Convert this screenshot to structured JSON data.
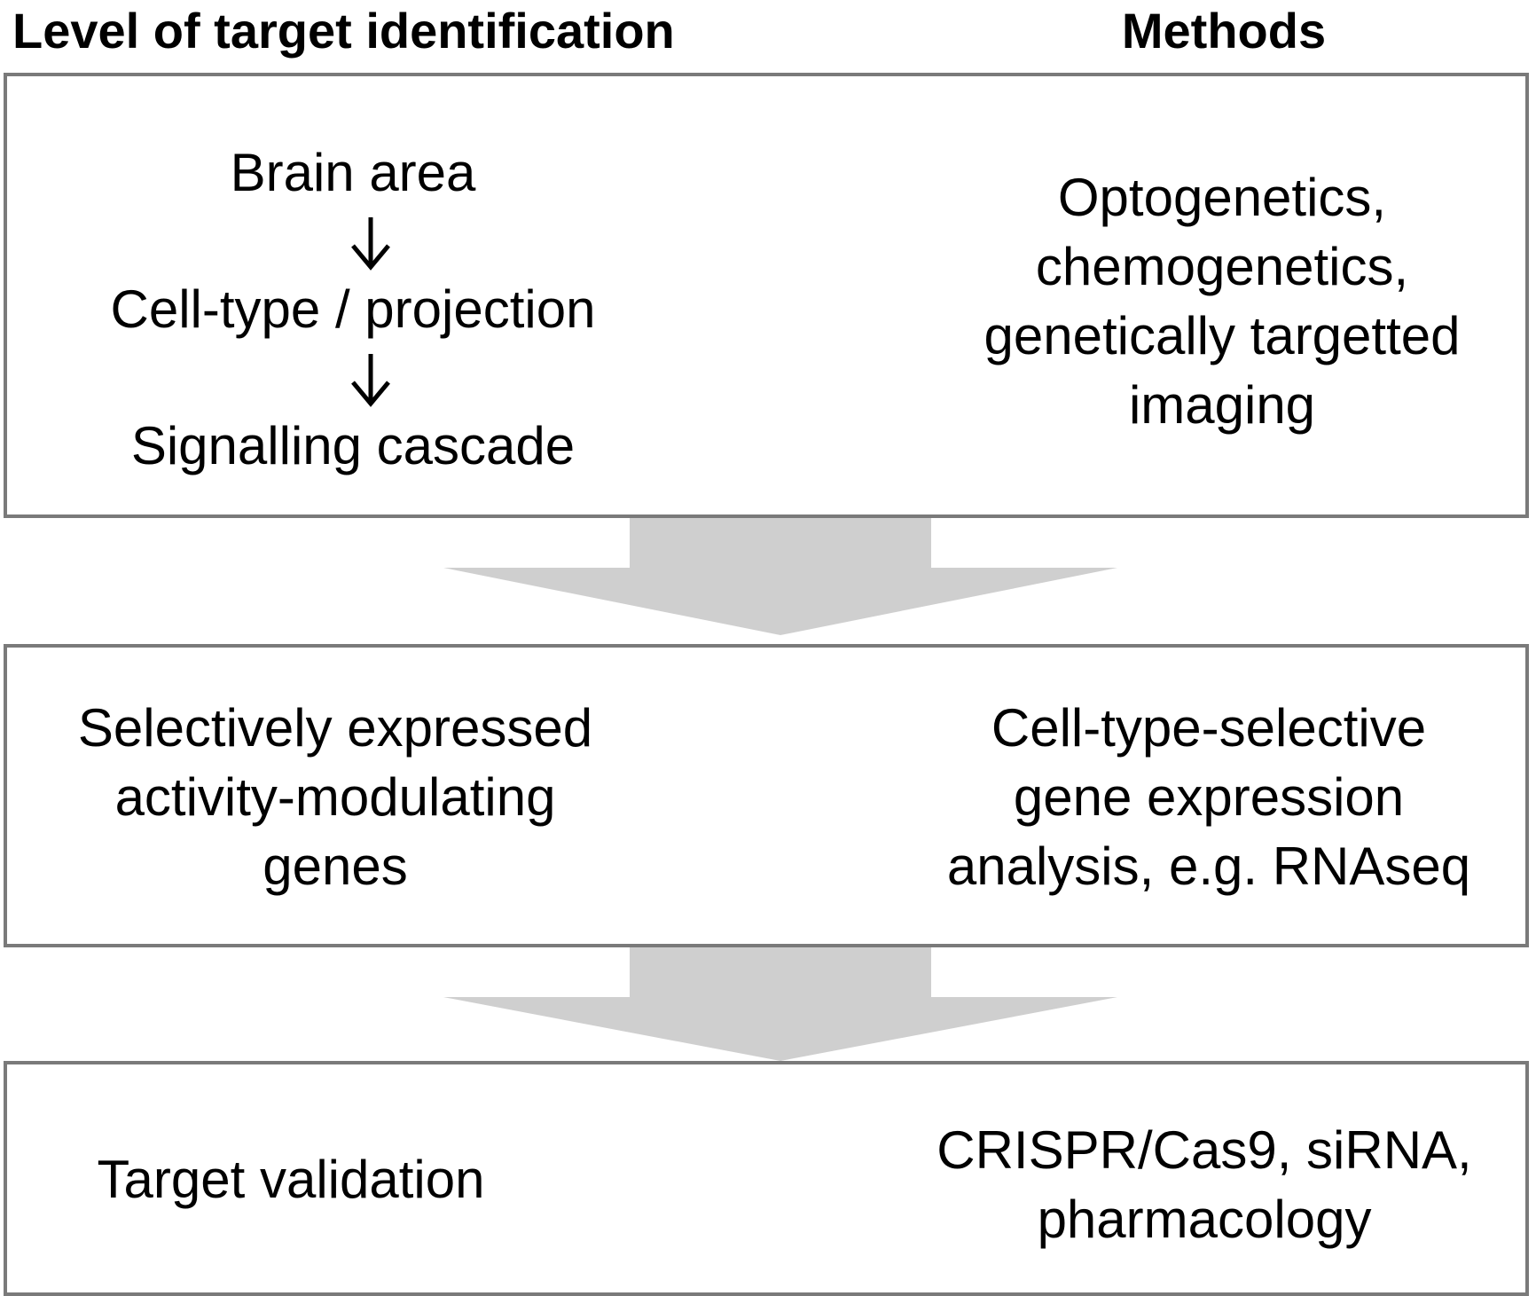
{
  "headers": {
    "left": "Level of target identification",
    "right": "Methods"
  },
  "box1": {
    "levels": [
      "Brain area",
      "Cell-type / projection",
      "Signalling cascade"
    ],
    "methods": [
      "Optogenetics,",
      "chemogenetics,",
      "genetically targetted",
      "imaging"
    ]
  },
  "box2": {
    "level": [
      "Selectively expressed",
      "activity-modulating",
      "genes"
    ],
    "methods": [
      "Cell-type-selective",
      "gene expression",
      "analysis, e.g. RNAseq"
    ]
  },
  "box3": {
    "level": "Target validation",
    "methods": [
      "CRISPR/Cas9, siRNA,",
      "pharmacology"
    ]
  },
  "colors": {
    "box_border": "#7a7a7a",
    "flow_arrow": "#cfcfcf",
    "text": "#000000"
  }
}
